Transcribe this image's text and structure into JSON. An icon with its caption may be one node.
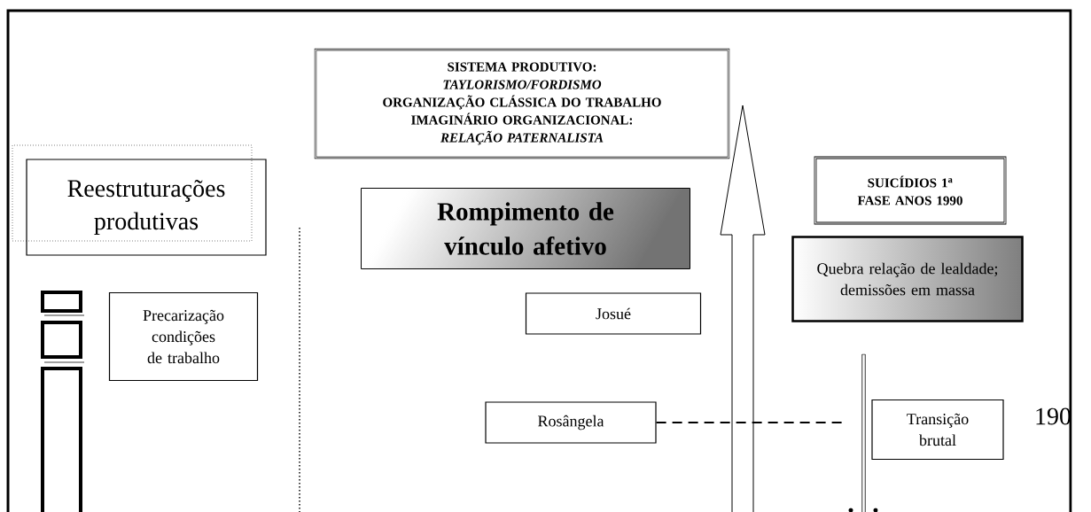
{
  "diagram": {
    "nodes": [
      {
        "text": [
          "SISTEMA PRODUTIVO:",
          "TAYLORISMO/FORDISMO",
          "ORGANIZAÇÃO CLÁSSICA DO TRABALHO",
          "IMAGINÁRIO ORGANIZACIONAL: *RELAÇÃO PATERNALISTA*"
        ]
      },
      {
        "text": [
          "Reestruturações produtivas"
        ]
      },
      {
        "text": [
          "Rompimento de vínculo afetivo"
        ]
      },
      {
        "text": [
          "SUICÍDIOS 1$^{a}$ FASE ANOS 1990"
        ]
      },
      {
        "text": [
          "Quebra relação de lealdade; demissões em massa"
        ]
      },
      {
        "text": [
          "Precarização condições de trabalho"
        ]
      },
      {
        "text": [
          "Josué"
        ]
      },
      {
        "text": [
          "Rosângela"
        ]
      },
      {
        "text": [
          "Transição brutal"
        ]
      },
      {
        "text": [],
        "shape": "bar"
      }
    ],
    "edges": [
      {
        "from": 7,
        "to": 9,
        "arrow": "none",
        "style": "dashed"
      }
    ],
    "labels": [
      "190"
    ]
  }
}
